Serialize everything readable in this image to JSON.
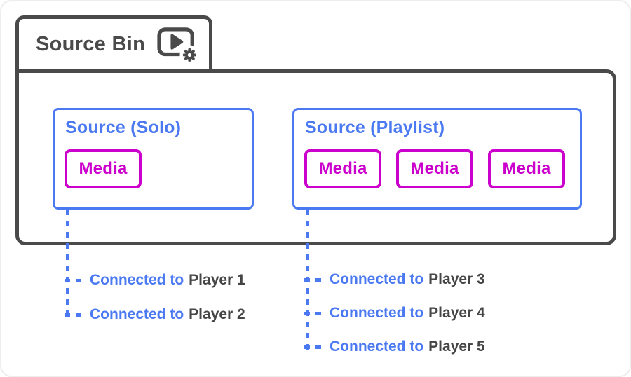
{
  "bin": {
    "title": "Source Bin",
    "icon": "media-player-gear-icon"
  },
  "colors": {
    "outline": "#4a4a4a",
    "accent_blue": "#4b79f2",
    "accent_magenta": "#cc00cc",
    "dark_text": "#454545",
    "bg": "#ffffff"
  },
  "sources": [
    {
      "title": "Source (Solo)",
      "media_items": [
        "Media"
      ],
      "connections": [
        {
          "prefix": "Connected to",
          "target": "Player 1"
        },
        {
          "prefix": "Connected to",
          "target": "Player 2"
        }
      ]
    },
    {
      "title": "Source (Playlist)",
      "media_items": [
        "Media",
        "Media",
        "Media"
      ],
      "connections": [
        {
          "prefix": "Connected to",
          "target": "Player 3"
        },
        {
          "prefix": "Connected to",
          "target": "Player 4"
        },
        {
          "prefix": "Connected to",
          "target": "Player 5"
        }
      ]
    }
  ]
}
